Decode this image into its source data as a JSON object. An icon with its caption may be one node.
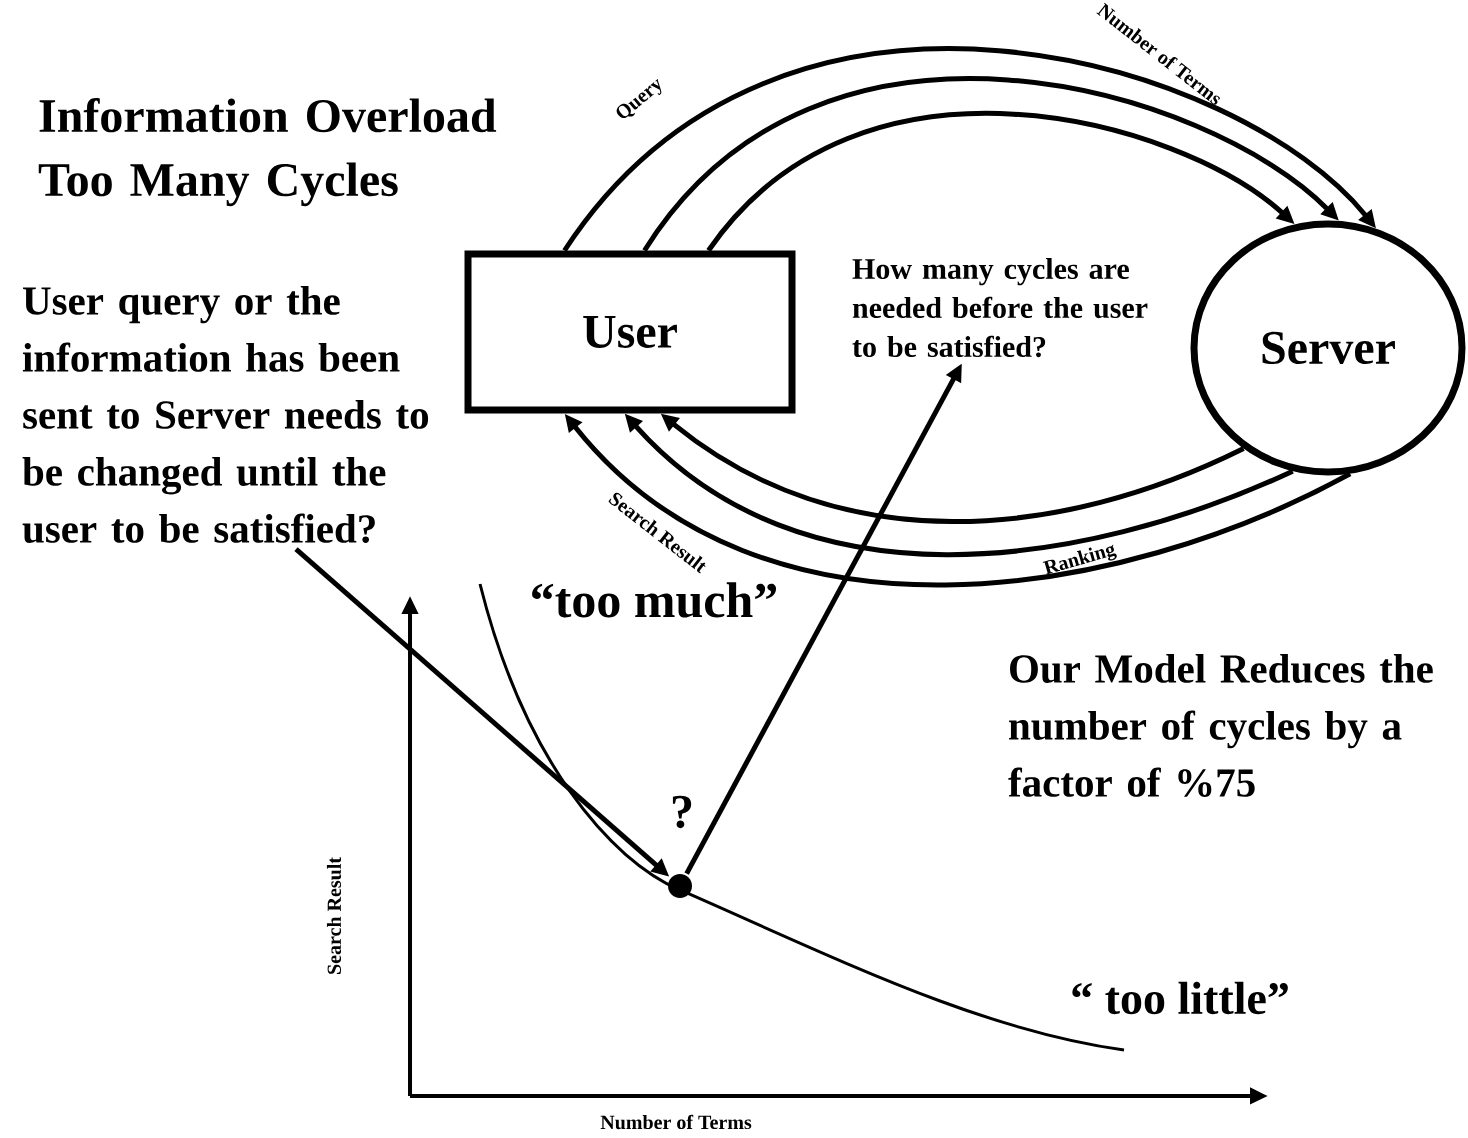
{
  "diagram": {
    "title": "Information Overload Too Many Cycles",
    "nodes": [
      {
        "text": [
          "User"
        ]
      },
      {
        "text": [
          "Server"
        ]
      },
      {
        "text": [
          "User query or the information has been sent to Server needs to be changed until the user to be satisfied?"
        ]
      },
      {
        "text": [],
        "shape": "circle",
        "beside": [
          "?"
        ]
      },
      {
        "text": [
          "How many cycles are needed before the user to be satisfied?"
        ]
      }
    ],
    "edges": [
      {
        "from": 0,
        "to": 1,
        "arrow": "to"
      },
      {
        "from": 0,
        "to": 1,
        "arrow": "to"
      },
      {
        "from": 0,
        "to": 1,
        "arrow": "to"
      },
      {
        "from": 1,
        "to": 0,
        "arrow": "to"
      },
      {
        "from": 1,
        "to": 0,
        "arrow": "to"
      },
      {
        "from": 1,
        "to": 0,
        "arrow": "to"
      },
      {
        "from": 2,
        "to": 3,
        "arrow": "to"
      },
      {
        "from": 3,
        "to": 4,
        "arrow": "to"
      }
    ],
    "labels": [
      "Query",
      "Number of Terms",
      "Search Result",
      "Ranking",
      "“too much”",
      "Our Model Reduces the number of cycles by a factor of %75",
      "“ too little”",
      "Search Result",
      "Number of Terms"
    ]
  }
}
